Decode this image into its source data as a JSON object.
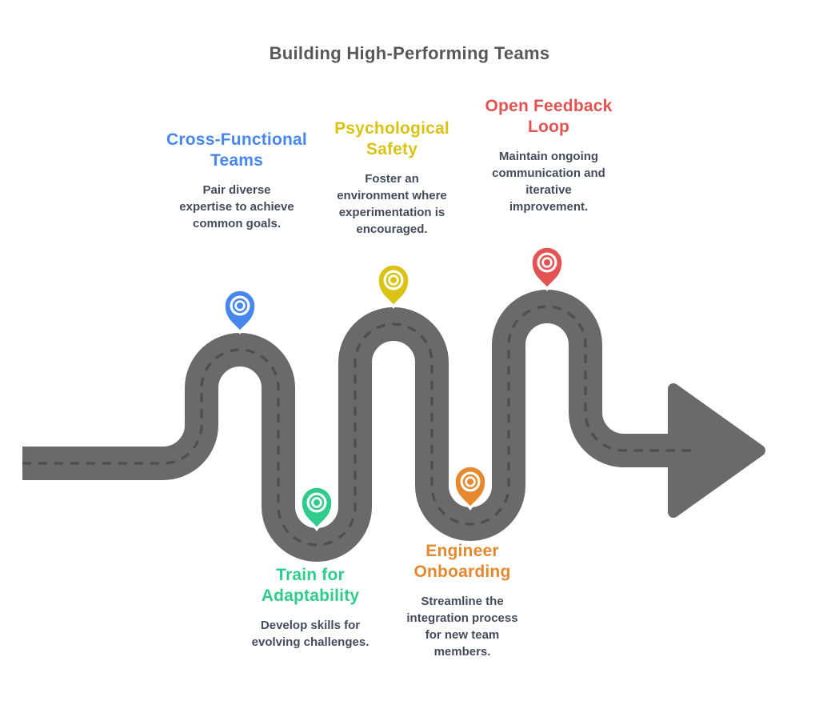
{
  "title": "Building High-Performing Teams",
  "road": {
    "color": "#6A6A6A",
    "casing_color": "#FFFFFF",
    "dash_color": "#4D4D4D"
  },
  "milestones": [
    {
      "id": "cross-functional-teams",
      "heading": "Cross-Functional Teams",
      "body": "Pair diverse expertise to achieve common goals.",
      "color": "#4787EE"
    },
    {
      "id": "train-for-adaptability",
      "heading": "Train for Adaptability",
      "body": "Develop skills for evolving challenges.",
      "color": "#2FCC8C"
    },
    {
      "id": "psychological-safety",
      "heading": "Psychological Safety",
      "body": "Foster an environment where experimentation is encouraged.",
      "color": "#DBC315"
    },
    {
      "id": "engineer-onboarding",
      "heading": "Engineer Onboarding",
      "body": "Streamline the integration process for new team members.",
      "color": "#E6882D"
    },
    {
      "id": "open-feedback-loop",
      "heading": "Open Feedback Loop",
      "body": "Maintain ongoing communication and iterative improvement.",
      "color": "#E25352"
    }
  ]
}
